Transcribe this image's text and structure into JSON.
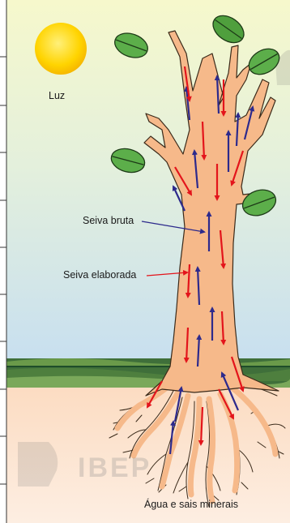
{
  "labels": {
    "light": "Luz",
    "raw_sap": "Seiva bruta",
    "processed_sap": "Seiva elaborada",
    "water_minerals": "Água e sais minerais",
    "watermark": "IBEP"
  },
  "colors": {
    "sky_top": "#f4f7cf",
    "sky_bottom": "#cfe4ef",
    "soil": "#fbe3cf",
    "tree": "#f6b98a",
    "tree_outline": "#3a2a1a",
    "raw_sap_arrow": "#2d2a8c",
    "processed_sap_arrow": "#e3141b",
    "leaf": "#5cae4a",
    "sun": "#ffd400"
  },
  "legend": [
    {
      "name": "Seiva bruta",
      "color": "#2d2a8c"
    },
    {
      "name": "Seiva elaborada",
      "color": "#e3141b"
    }
  ]
}
